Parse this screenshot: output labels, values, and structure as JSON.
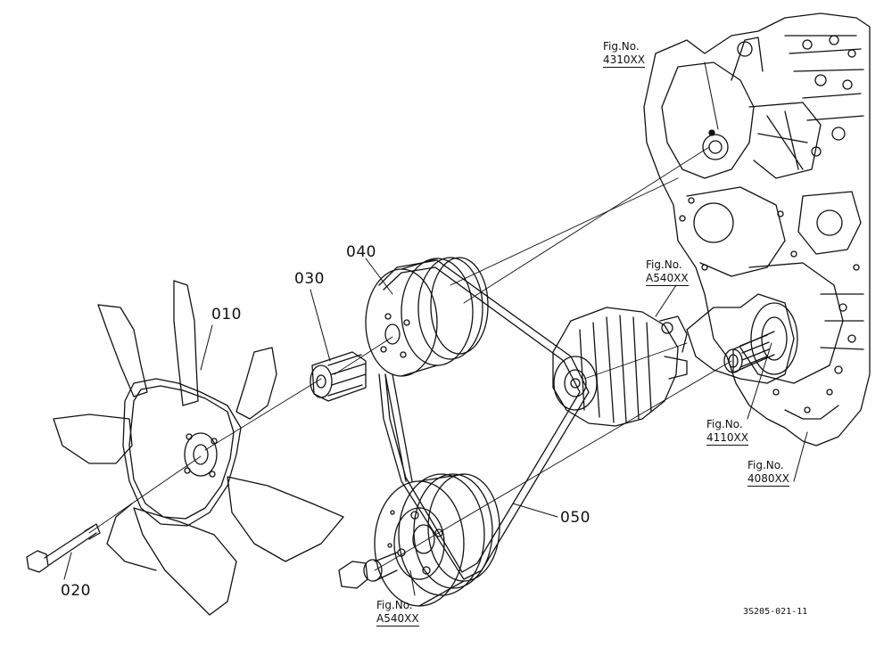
{
  "parts": [
    {
      "id": "p010",
      "number": "010"
    },
    {
      "id": "p020",
      "number": "020"
    },
    {
      "id": "p030",
      "number": "030"
    },
    {
      "id": "p040",
      "number": "040"
    },
    {
      "id": "p050",
      "number": "050"
    }
  ],
  "fig_refs": {
    "water_pump": {
      "label": "Fig.No.",
      "value": "4310XX"
    },
    "alternator": {
      "label": "Fig.No.",
      "value": "A540XX"
    },
    "crank_pulley": {
      "label": "Fig.No.",
      "value": "A540XX"
    },
    "gear_case": {
      "label": "Fig.No.",
      "value": "4110XX"
    },
    "block": {
      "label": "Fig.No.",
      "value": "4080XX"
    }
  },
  "drawing_code": "3S205-021-11"
}
